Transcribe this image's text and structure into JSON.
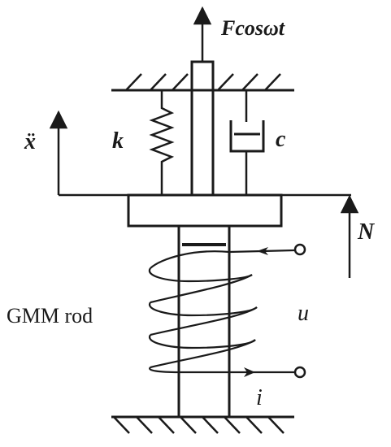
{
  "labels": {
    "force": "Fcosωt",
    "stiffness": "k",
    "damping": "c",
    "acceleration": "ẍ",
    "normal_force": "N",
    "rod": "GMM rod",
    "voltage": "u",
    "current": "i"
  },
  "colors": {
    "ink": "#1a1a1a",
    "background": "#ffffff"
  }
}
